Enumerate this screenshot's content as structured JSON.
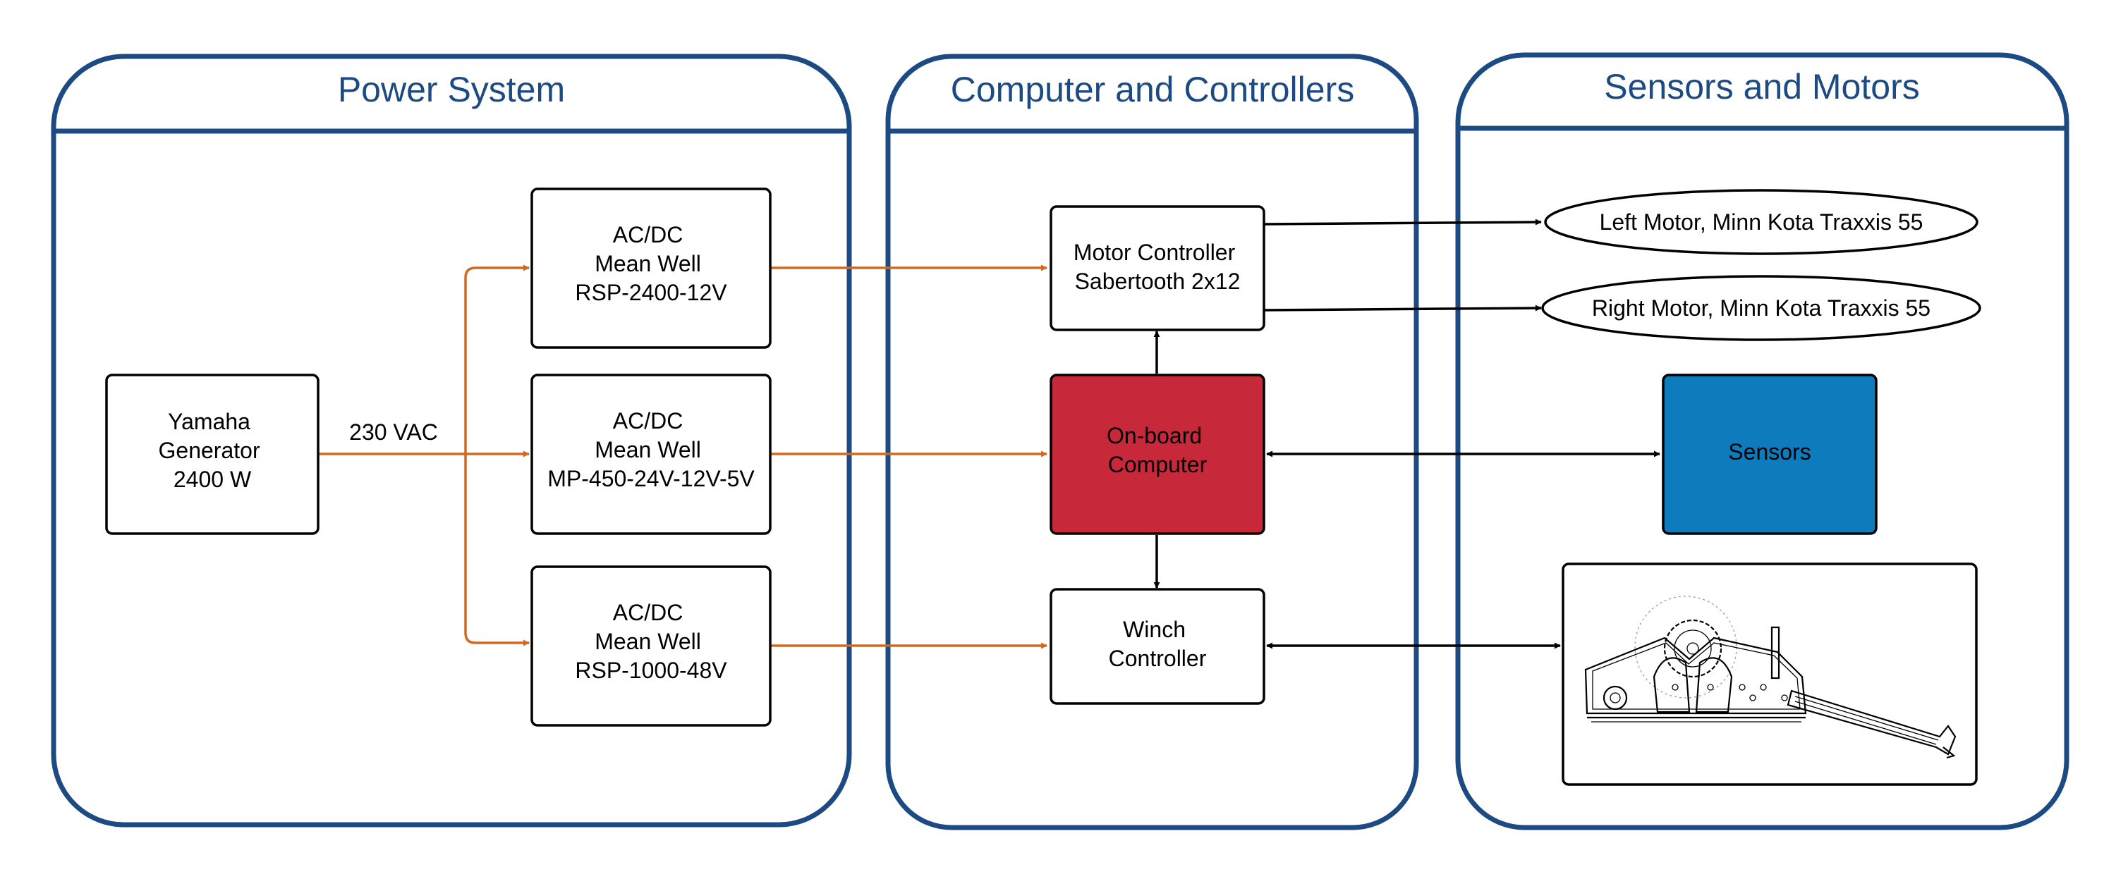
{
  "colors": {
    "panel_border": "#1c4a82",
    "panel_title": "#1c4a82",
    "power_wire": "#d2691e",
    "signal_wire": "#000000",
    "computer_fill": "#c8293a",
    "sensors_fill": "#0e7bbd"
  },
  "panels": {
    "power": {
      "title": "Power System"
    },
    "controllers": {
      "title": "Computer and Controllers"
    },
    "sensors_motors": {
      "title": "Sensors and Motors"
    }
  },
  "nodes": {
    "generator": {
      "lines": [
        "Yamaha",
        "Generator",
        "2400 W"
      ]
    },
    "psu_12v": {
      "lines": [
        "AC/DC",
        "Mean Well",
        "RSP-2400-12V"
      ]
    },
    "psu_multi": {
      "lines": [
        "AC/DC",
        "Mean Well",
        "MP-450-24V-12V-5V"
      ]
    },
    "psu_48v": {
      "lines": [
        "AC/DC",
        "Mean Well",
        "RSP-1000-48V"
      ]
    },
    "motor_controller": {
      "lines": [
        "Motor Controller",
        "Sabertooth 2x12"
      ]
    },
    "computer": {
      "lines": [
        "On-board",
        "Computer"
      ]
    },
    "winch_controller": {
      "lines": [
        "Winch",
        "Controller"
      ]
    },
    "left_motor": {
      "label": "Left Motor, Minn Kota Traxxis 55"
    },
    "right_motor": {
      "label": "Right Motor, Minn Kota Traxxis 55"
    },
    "sensors": {
      "label": "Sensors"
    },
    "winch_image": {
      "icon": "winch-mechanism-icon"
    }
  },
  "edges": {
    "generator_out": {
      "label": "230 VAC"
    }
  }
}
